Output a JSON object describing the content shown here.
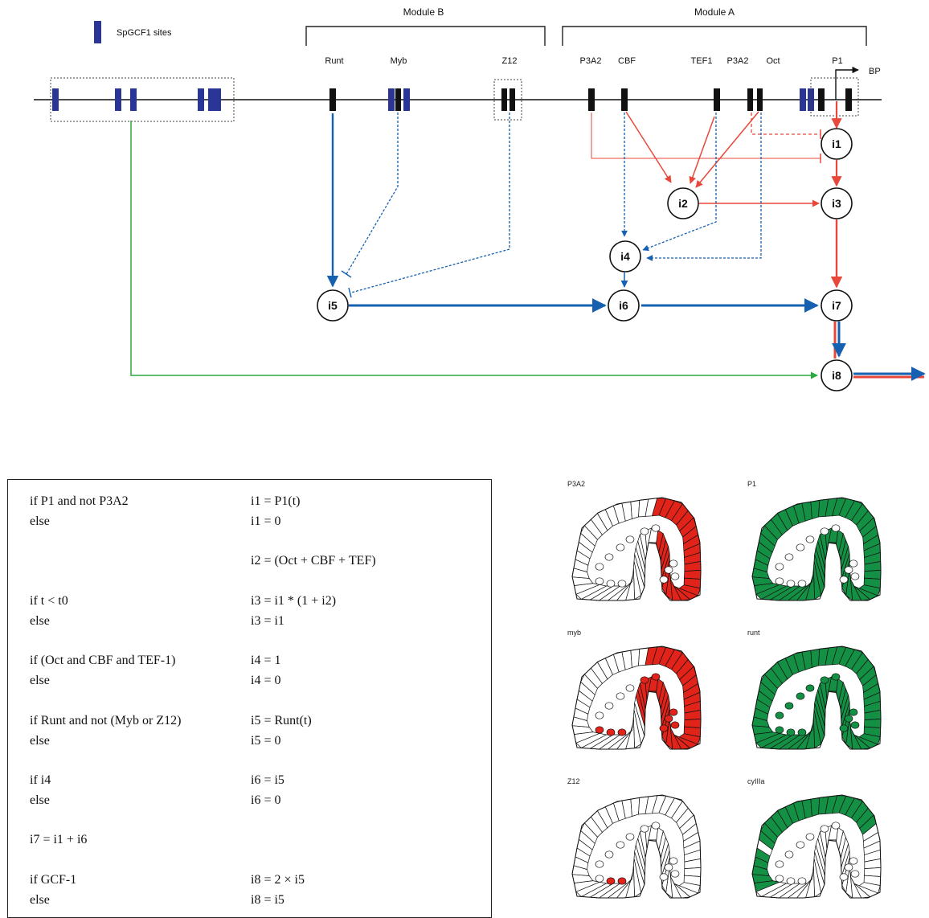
{
  "legend": {
    "label": "SpGCF1 sites",
    "color": "#2b3596"
  },
  "modules": {
    "module_b": "Module B",
    "module_a": "Module A"
  },
  "sites": {
    "runt": "Runt",
    "myb": "Myb",
    "z12": "Z12",
    "p3a2_1": "P3A2",
    "cbf": "CBF",
    "tef1": "TEF1",
    "p3a2_2": "P3A2",
    "oct": "Oct",
    "p1": "P1",
    "bp": "BP"
  },
  "nodes": {
    "i1": "i1",
    "i2": "i2",
    "i3": "i3",
    "i4": "i4",
    "i5": "i5",
    "i6": "i6",
    "i7": "i7",
    "i8": "i8"
  },
  "colors": {
    "module_a_path": "#e8473b",
    "module_b_path": "#1560b0",
    "gcf1_path": "#2aaa3c",
    "site_box": "#111111",
    "red_stain": "#e2231a",
    "green_stain": "#149045"
  },
  "logic": [
    {
      "cond": "if P1 and not P3A2",
      "expr": "i1 = P1(t)"
    },
    {
      "cond": "else",
      "expr": "i1 = 0"
    },
    {
      "cond": "",
      "expr": "i2 = (Oct + CBF + TEF)"
    },
    {
      "cond": "if t < t0",
      "expr": "i3 = i1 * (1 + i2)"
    },
    {
      "cond": "else",
      "expr": "i3 = i1"
    },
    {
      "cond": "if (Oct and CBF and TEF-1)",
      "expr": "i4 = 1"
    },
    {
      "cond": "else",
      "expr": "i4 = 0"
    },
    {
      "cond": "if Runt and not (Myb or Z12)",
      "expr": "i5 = Runt(t)"
    },
    {
      "cond": "else",
      "expr": "i5 = 0"
    },
    {
      "cond": "if i4",
      "expr": "i6 = i5"
    },
    {
      "cond": "else",
      "expr": "i6 = 0"
    },
    {
      "cond": "i7 = i1 + i6",
      "expr": ""
    },
    {
      "cond": "if GCF-1",
      "expr": "i8 = 2 × i5"
    },
    {
      "cond": "else",
      "expr": "i8 = i5"
    }
  ],
  "embryos": [
    {
      "label": "P3A2",
      "stain": "red",
      "pattern": "aboral"
    },
    {
      "label": "P1",
      "stain": "green",
      "pattern": "outer"
    },
    {
      "label": "myb",
      "stain": "red",
      "pattern": "myb"
    },
    {
      "label": "runt",
      "stain": "green",
      "pattern": "all"
    },
    {
      "label": "Z12",
      "stain": "red",
      "pattern": "z12"
    },
    {
      "label": "cyIIIa",
      "stain": "green",
      "pattern": "cyiiia"
    }
  ]
}
